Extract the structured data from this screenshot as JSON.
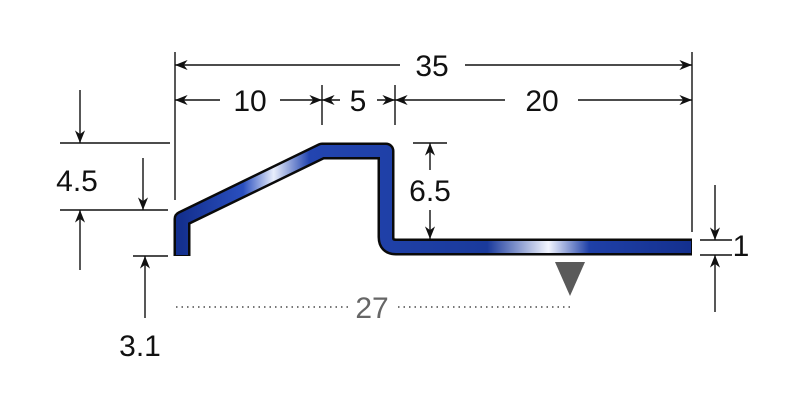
{
  "diagram": {
    "dimensions": {
      "overall_width": "35",
      "slope_width": "10",
      "top_width": "5",
      "flange_width": "20",
      "rise_left": "4.5",
      "step_height": "6.5",
      "thickness": "1",
      "leg_height": "3.1",
      "reference_length": "27"
    },
    "colors": {
      "profile": "#1a3a9c",
      "outline": "#0a0a0a",
      "marker": "#5a5a5a",
      "reference": "#666666"
    }
  }
}
